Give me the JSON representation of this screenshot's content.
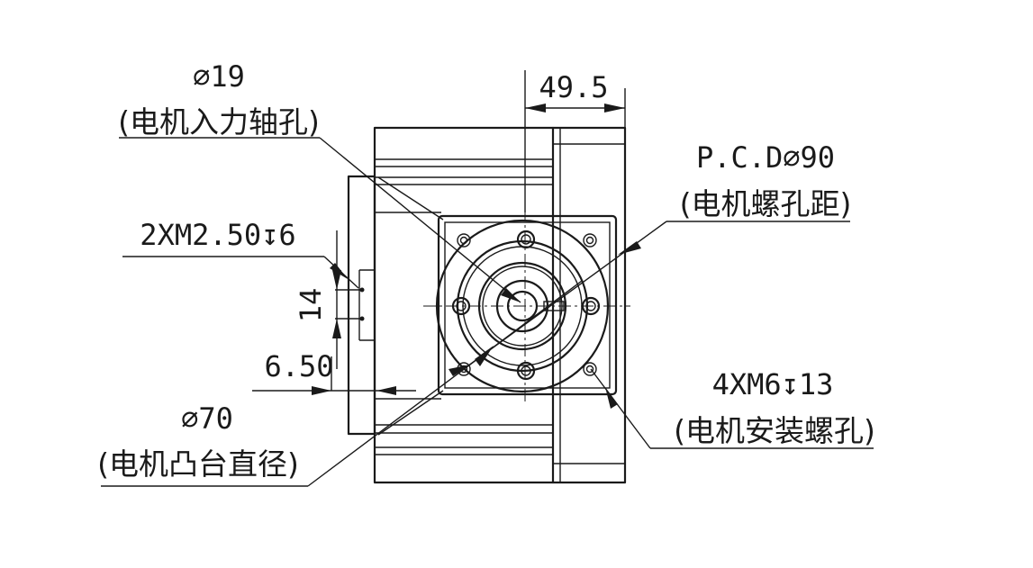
{
  "annotations": {
    "input_shaft_dia": "∅19",
    "input_shaft_label": "(电机入力轴孔)",
    "dim_49_5": "49.5",
    "pcd_value": "P.C.D∅90",
    "pcd_label": "(电机螺孔距)",
    "side_thread": "2XM2.50↧6",
    "dim_14": "14",
    "dim_6_50": "6.50",
    "boss_dia": "∅70",
    "boss_label": "(电机凸台直径)",
    "mount_thread": "4XM6↧13",
    "mount_label": "(电机安装螺孔)"
  }
}
